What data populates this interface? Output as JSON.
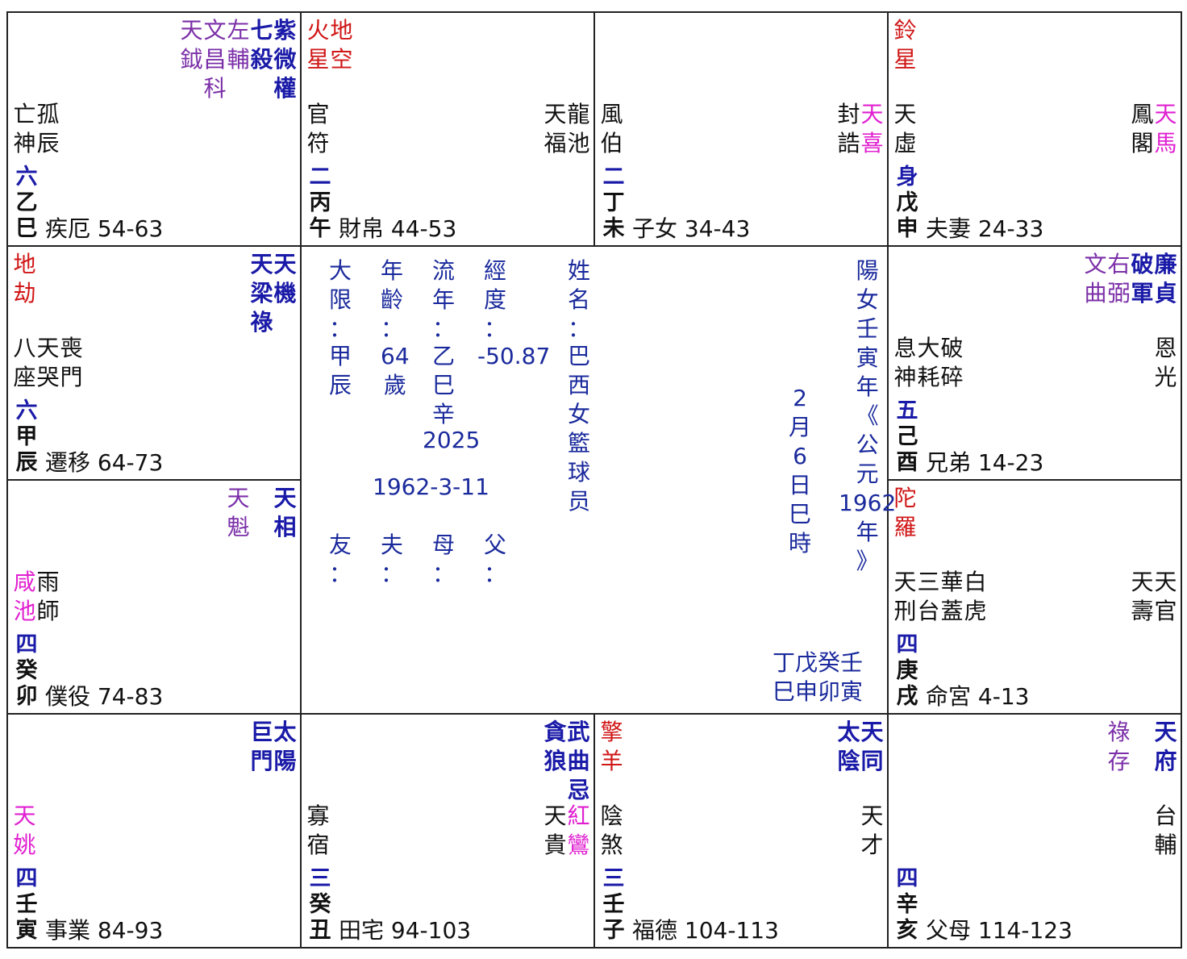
{
  "colors": {
    "main_star": "#1a1aa8",
    "aux_star_purple": "#7b2fa8",
    "red_star": "#d01616",
    "pink_star": "#e020d0",
    "dark": "#111111",
    "center_text": "#1a2a9c"
  },
  "palaces": [
    {
      "id": "si",
      "main": [
        {
          "chars": [
            "天",
            "鉞"
          ],
          "color": "purple"
        },
        {
          "chars": [
            "文",
            "昌",
            "科"
          ],
          "color": "purple"
        },
        {
          "chars": [
            "左",
            "輔"
          ],
          "color": "purple"
        },
        {
          "chars": [
            "七",
            "殺"
          ],
          "color": "main"
        },
        {
          "chars": [
            "紫",
            "微",
            "權"
          ],
          "color": "main"
        }
      ],
      "left_red": [],
      "minor_left": [
        {
          "chars": [
            "亡",
            "神"
          ],
          "color": "dark"
        },
        {
          "chars": [
            "孤",
            "辰"
          ],
          "color": "dark"
        }
      ],
      "minor_right": [],
      "num": "六",
      "stem": "乙",
      "branch": "巳",
      "palace": "疾厄 54-63"
    },
    {
      "id": "wu",
      "main": [],
      "left_red": [
        {
          "chars": [
            "火",
            "星"
          ],
          "color": "red"
        },
        {
          "chars": [
            "地",
            "空"
          ],
          "color": "red"
        }
      ],
      "minor_left": [
        {
          "chars": [
            "官",
            "符"
          ],
          "color": "dark"
        }
      ],
      "minor_right": [
        {
          "chars": [
            "天",
            "福"
          ],
          "color": "dark"
        },
        {
          "chars": [
            "龍",
            "池"
          ],
          "color": "dark"
        }
      ],
      "num": "二",
      "stem": "丙",
      "branch": "午",
      "palace": "財帛 44-53"
    },
    {
      "id": "wei",
      "main": [],
      "left_red": [],
      "minor_left": [
        {
          "chars": [
            "風",
            "伯"
          ],
          "color": "dark"
        }
      ],
      "minor_right": [
        {
          "chars": [
            "封",
            "誥"
          ],
          "color": "dark"
        },
        {
          "chars": [
            "天",
            "喜"
          ],
          "color": "pink"
        }
      ],
      "num": "二",
      "stem": "丁",
      "branch": "未",
      "palace": "子女 34-43"
    },
    {
      "id": "shen",
      "main": [],
      "left_red": [
        {
          "chars": [
            "鈴",
            "星"
          ],
          "color": "red"
        }
      ],
      "minor_left": [
        {
          "chars": [
            "天",
            "虛"
          ],
          "color": "dark"
        }
      ],
      "minor_right": [
        {
          "chars": [
            "鳳",
            "閣"
          ],
          "color": "dark"
        },
        {
          "chars": [
            "天",
            "馬"
          ],
          "color": "pink"
        }
      ],
      "num": "身",
      "stem": "戊",
      "branch": "申",
      "palace": "夫妻 24-33"
    },
    {
      "id": "chen",
      "main": [
        {
          "chars": [
            "天",
            "梁",
            "祿"
          ],
          "color": "main"
        },
        {
          "chars": [
            "天",
            "機"
          ],
          "color": "main"
        }
      ],
      "left_red": [
        {
          "chars": [
            "地",
            "劫"
          ],
          "color": "red"
        }
      ],
      "minor_left": [
        {
          "chars": [
            "八",
            "座"
          ],
          "color": "dark"
        },
        {
          "chars": [
            "天",
            "哭"
          ],
          "color": "dark"
        },
        {
          "chars": [
            "喪",
            "門"
          ],
          "color": "dark"
        }
      ],
      "minor_right": [],
      "num": "六",
      "stem": "甲",
      "branch": "辰",
      "palace": "遷移 64-73"
    },
    {
      "id": "you",
      "main": [
        {
          "chars": [
            "文",
            "曲"
          ],
          "color": "purple"
        },
        {
          "chars": [
            "右",
            "弼"
          ],
          "color": "purple"
        },
        {
          "chars": [
            "破",
            "軍"
          ],
          "color": "main"
        },
        {
          "chars": [
            "廉",
            "貞"
          ],
          "color": "main"
        }
      ],
      "left_red": [],
      "minor_left": [
        {
          "chars": [
            "息",
            "神"
          ],
          "color": "dark"
        },
        {
          "chars": [
            "大",
            "耗"
          ],
          "color": "dark"
        },
        {
          "chars": [
            "破",
            "碎"
          ],
          "color": "dark"
        }
      ],
      "minor_right": [
        {
          "chars": [
            "恩",
            "光"
          ],
          "color": "dark"
        }
      ],
      "num": "五",
      "stem": "己",
      "branch": "酉",
      "palace": "兄弟 14-23"
    },
    {
      "id": "mao",
      "main": [
        {
          "chars": [
            "天",
            "魁"
          ],
          "color": "purple"
        },
        {
          "chars": [
            "",
            ""
          ],
          "color": "main"
        },
        {
          "chars": [
            "天",
            "相"
          ],
          "color": "main"
        }
      ],
      "left_red": [],
      "minor_left": [
        {
          "chars": [
            "咸",
            "池"
          ],
          "color": "pink"
        },
        {
          "chars": [
            "雨",
            "師"
          ],
          "color": "dark"
        }
      ],
      "minor_right": [],
      "num": "四",
      "stem": "癸",
      "branch": "卯",
      "palace": "僕役 74-83"
    },
    {
      "id": "xu",
      "main": [],
      "left_red": [
        {
          "chars": [
            "陀",
            "羅"
          ],
          "color": "red"
        }
      ],
      "minor_left": [
        {
          "chars": [
            "天",
            "刑"
          ],
          "color": "dark"
        },
        {
          "chars": [
            "三",
            "台"
          ],
          "color": "dark"
        },
        {
          "chars": [
            "華",
            "蓋"
          ],
          "color": "dark"
        },
        {
          "chars": [
            "白",
            "虎"
          ],
          "color": "dark"
        }
      ],
      "minor_right": [
        {
          "chars": [
            "天",
            "壽"
          ],
          "color": "dark"
        },
        {
          "chars": [
            "天",
            "官"
          ],
          "color": "dark"
        }
      ],
      "num": "四",
      "stem": "庚",
      "branch": "戌",
      "palace": "命宮 4-13"
    },
    {
      "id": "yin",
      "main": [
        {
          "chars": [
            "巨",
            "門"
          ],
          "color": "main"
        },
        {
          "chars": [
            "太",
            "陽"
          ],
          "color": "main"
        }
      ],
      "left_red": [],
      "minor_left": [
        {
          "chars": [
            "天",
            "姚"
          ],
          "color": "pink"
        }
      ],
      "minor_right": [],
      "num": "四",
      "stem": "壬",
      "branch": "寅",
      "palace": "事業 84-93"
    },
    {
      "id": "chou",
      "main": [
        {
          "chars": [
            "貪",
            "狼"
          ],
          "color": "main"
        },
        {
          "chars": [
            "武",
            "曲",
            "忌"
          ],
          "color": "main"
        }
      ],
      "left_red": [],
      "minor_left": [
        {
          "chars": [
            "寡",
            "宿"
          ],
          "color": "dark"
        }
      ],
      "minor_right": [
        {
          "chars": [
            "天",
            "貴"
          ],
          "color": "dark"
        },
        {
          "chars": [
            "紅",
            "鸞"
          ],
          "color": "pink"
        }
      ],
      "num": "三",
      "stem": "癸",
      "branch": "丑",
      "palace": "田宅 94-103"
    },
    {
      "id": "zi",
      "main": [
        {
          "chars": [
            "太",
            "陰"
          ],
          "color": "main"
        },
        {
          "chars": [
            "天",
            "同"
          ],
          "color": "main"
        }
      ],
      "left_red": [
        {
          "chars": [
            "擎",
            "羊"
          ],
          "color": "red"
        }
      ],
      "minor_left": [
        {
          "chars": [
            "陰",
            "煞"
          ],
          "color": "dark"
        }
      ],
      "minor_right": [
        {
          "chars": [
            "天",
            "才"
          ],
          "color": "dark"
        }
      ],
      "num": "三",
      "stem": "壬",
      "branch": "子",
      "palace": "福德 104-113"
    },
    {
      "id": "hai",
      "main": [
        {
          "chars": [
            "祿",
            "存"
          ],
          "color": "purple"
        },
        {
          "chars": [
            "",
            ""
          ],
          "color": "main"
        },
        {
          "chars": [
            "天",
            "府"
          ],
          "color": "main"
        }
      ],
      "left_red": [],
      "minor_left": [],
      "minor_right": [
        {
          "chars": [
            "台",
            "輔"
          ],
          "color": "dark"
        }
      ],
      "num": "四",
      "stem": "辛",
      "branch": "亥",
      "palace": "父母 114-123"
    }
  ],
  "center": {
    "name_label": [
      "姓",
      "名",
      "："
    ],
    "name_value": [
      "巴",
      "西",
      "女",
      "籃",
      "球",
      "员"
    ],
    "longitude_label": [
      "經",
      "度",
      "："
    ],
    "longitude_value": "-50.87",
    "liunian_label": [
      "流",
      "年",
      "："
    ],
    "liunian_value": [
      "乙",
      "巳",
      "辛"
    ],
    "liunian_year": "2025",
    "age_label": [
      "年",
      "齡",
      "："
    ],
    "age_value": [
      "64",
      "歲"
    ],
    "daxian_label": [
      "大",
      "限",
      "："
    ],
    "daxian_value": [
      "甲",
      "辰"
    ],
    "birth_date": "1962-3-11",
    "relations": [
      {
        "label": [
          "友",
          "："
        ]
      },
      {
        "label": [
          "夫",
          "："
        ]
      },
      {
        "label": [
          "母",
          "："
        ]
      },
      {
        "label": [
          "父",
          "："
        ]
      }
    ],
    "lunar_line1": [
      "陽",
      "女",
      "壬",
      "寅",
      "年",
      "《",
      "公",
      "元",
      "1962",
      "年",
      "》"
    ],
    "lunar_line2": [
      "2",
      "月",
      "6",
      "日",
      "巳",
      "時"
    ],
    "bazi_stems": "丁戊癸壬",
    "bazi_branches": "巳申卯寅"
  }
}
